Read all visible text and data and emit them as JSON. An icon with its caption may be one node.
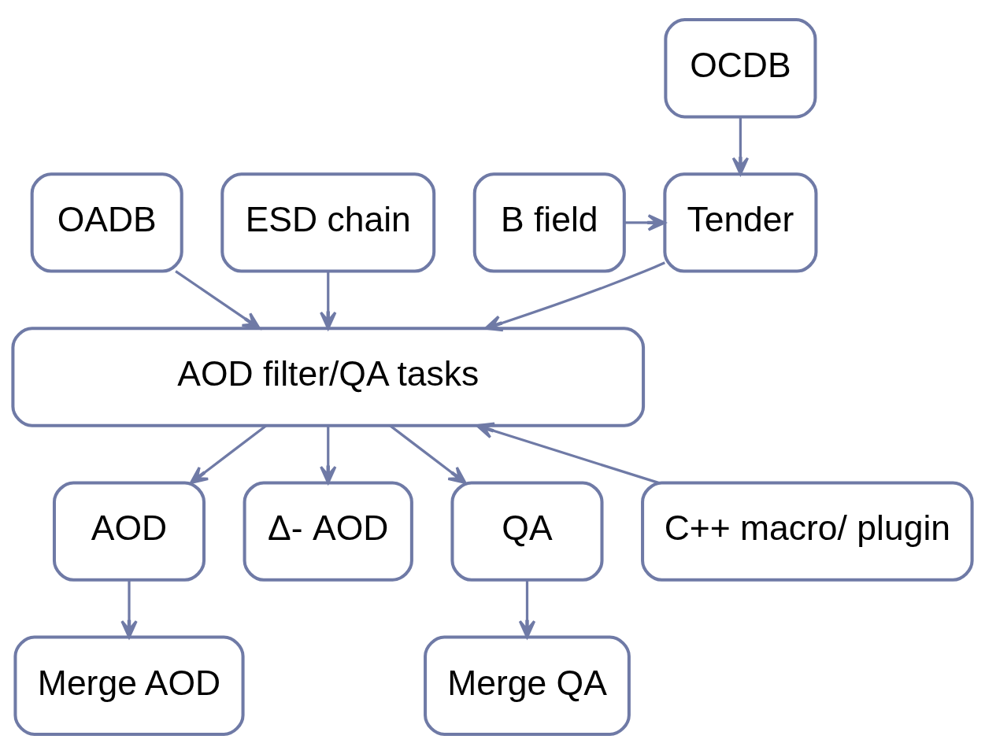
{
  "diagram": {
    "nodes": [
      {
        "text": [
          "OCDB"
        ]
      },
      {
        "text": [
          "B field"
        ]
      },
      {
        "text": [
          "Tender"
        ]
      },
      {
        "text": [
          "OADB"
        ]
      },
      {
        "text": [
          "ESD chain"
        ]
      },
      {
        "text": [
          "AOD filter/QA tasks"
        ]
      },
      {
        "text": [
          "C++ macro/ plugin"
        ]
      },
      {
        "text": [
          "AOD"
        ]
      },
      {
        "text": [
          "Δ- AOD"
        ]
      },
      {
        "text": [
          "QA"
        ]
      },
      {
        "text": [
          "Merge AOD"
        ]
      },
      {
        "text": [
          "Merge QA"
        ]
      }
    ],
    "edges": [
      {
        "from": 0,
        "to": 2,
        "arrow": "to"
      },
      {
        "from": 1,
        "to": 2,
        "arrow": "to"
      },
      {
        "from": 2,
        "to": 5,
        "arrow": "to"
      },
      {
        "from": 3,
        "to": 5,
        "arrow": "to"
      },
      {
        "from": 4,
        "to": 5,
        "arrow": "to"
      },
      {
        "from": 6,
        "to": 5,
        "arrow": "to"
      },
      {
        "from": 5,
        "to": 7,
        "arrow": "to"
      },
      {
        "from": 5,
        "to": 8,
        "arrow": "to"
      },
      {
        "from": 5,
        "to": 9,
        "arrow": "to"
      },
      {
        "from": 7,
        "to": 10,
        "arrow": "to"
      },
      {
        "from": 9,
        "to": 11,
        "arrow": "to"
      }
    ]
  }
}
